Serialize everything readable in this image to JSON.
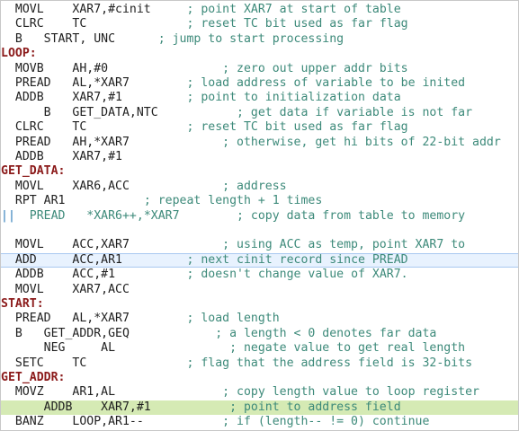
{
  "editor": {
    "lines": [
      {
        "indent": "  ",
        "code": "MOVL    XAR7,#cinit     ",
        "comment": "; point XAR7 at start of table"
      },
      {
        "indent": "  ",
        "code": "CLRC    TC              ",
        "comment": "; reset TC bit used as far flag"
      },
      {
        "indent": "  ",
        "code": "B   START, UNC      ",
        "comment": "; jump to start processing"
      },
      {
        "label": "LOOP:"
      },
      {
        "indent": "  ",
        "code": "MOVB    AH,#0                ",
        "comment": "; zero out upper addr bits"
      },
      {
        "indent": "  ",
        "code": "PREAD   AL,*XAR7        ",
        "comment": "; load address of variable to be inited"
      },
      {
        "indent": "  ",
        "code": "ADDB    XAR7,#1         ",
        "comment": "; point to initialization data"
      },
      {
        "indent": "      ",
        "code": "B   GET_DATA,NTC           ",
        "comment": "; get data if variable is not far"
      },
      {
        "indent": "  ",
        "code": "CLRC    TC              ",
        "comment": "; reset TC bit used as far flag"
      },
      {
        "indent": "  ",
        "code": "PREAD   AH,*XAR7             ",
        "comment": "; otherwise, get hi bits of 22-bit addr"
      },
      {
        "indent": "  ",
        "code": "ADDB    XAR7,#1",
        "comment": ""
      },
      {
        "label": "GET_DATA:"
      },
      {
        "indent": "  ",
        "code": "MOVL    XAR6,ACC             ",
        "comment": "; address"
      },
      {
        "indent": "  ",
        "code": "RPT AR1           ",
        "comment": "; repeat length + 1 times"
      },
      {
        "parallel": true,
        "indent": "  ",
        "code": "PREAD   *XAR6++,*XAR7        ",
        "comment": "; copy data from table to memory"
      },
      {
        "blank": true
      },
      {
        "indent": "  ",
        "code": "MOVL    ACC,XAR7             ",
        "comment": "; using ACC as temp, point XAR7 to"
      },
      {
        "indent": "  ",
        "code": "ADD     ACC,AR1         ",
        "comment": "; next cinit record since PREAD",
        "highlight": "current"
      },
      {
        "indent": "  ",
        "code": "ADDB    ACC,#1          ",
        "comment": "; doesn't change value of XAR7."
      },
      {
        "indent": "  ",
        "code": "MOVL    XAR7,ACC",
        "comment": ""
      },
      {
        "label": "START:"
      },
      {
        "indent": "  ",
        "code": "PREAD   AL,*XAR7        ",
        "comment": "; load length"
      },
      {
        "indent": "  ",
        "code": "B   GET_ADDR,GEQ            ",
        "comment": "; a length < 0 denotes far data"
      },
      {
        "indent": "      ",
        "code": "NEG     AL                ",
        "comment": "; negate value to get real length"
      },
      {
        "indent": "  ",
        "code": "SETC    TC              ",
        "comment": "; flag that the address field is 32-bits"
      },
      {
        "label": "GET_ADDR:"
      },
      {
        "indent": "  ",
        "code": "MOVZ    AR1,AL               ",
        "comment": "; copy length value to loop register"
      },
      {
        "indent": "      ",
        "code": "ADDB    XAR7,#1           ",
        "comment": "; point to address field",
        "highlight": "green"
      },
      {
        "indent": "  ",
        "code": "BANZ    LOOP,AR1--           ",
        "comment": "; if (length-- != 0) continue"
      }
    ]
  }
}
